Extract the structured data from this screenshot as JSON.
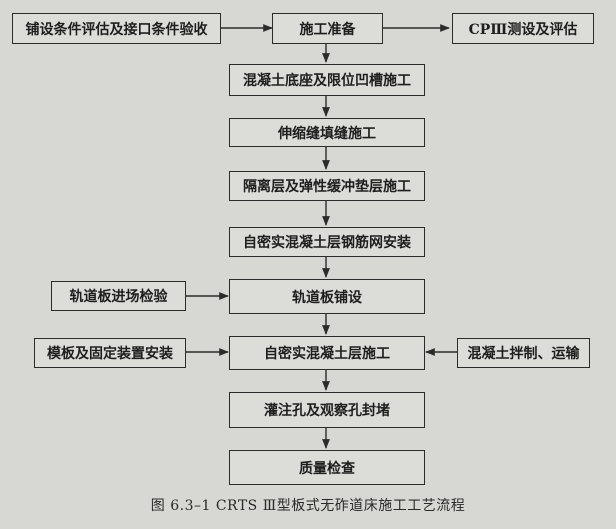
{
  "nodes": {
    "prep": "施工准备",
    "left_top": "铺设条件评估及接口条件验收",
    "right_top": "CPⅢ测设及评估",
    "base": "混凝土底座及限位凹槽施工",
    "joint": "伸缩缝填缝施工",
    "isolation": "隔离层及弹性缓冲垫层施工",
    "rebar": "自密实混凝土层钢筋网安装",
    "inspect_in": "轨道板进场检验",
    "laying": "轨道板铺设",
    "formwork": "模板及固定装置安装",
    "scc": "自密实混凝土层施工",
    "mixing": "混凝土拌制、运输",
    "grout": "灌注孔及观察孔封堵",
    "quality": "质量检查"
  },
  "caption": "图 6.3–1    CRTS Ⅲ型板式无砟道床施工工艺流程",
  "colors": {
    "line": "#2b2b2b",
    "box_bg": "#dcdcd8",
    "page_bg": "#d7d7d3"
  }
}
